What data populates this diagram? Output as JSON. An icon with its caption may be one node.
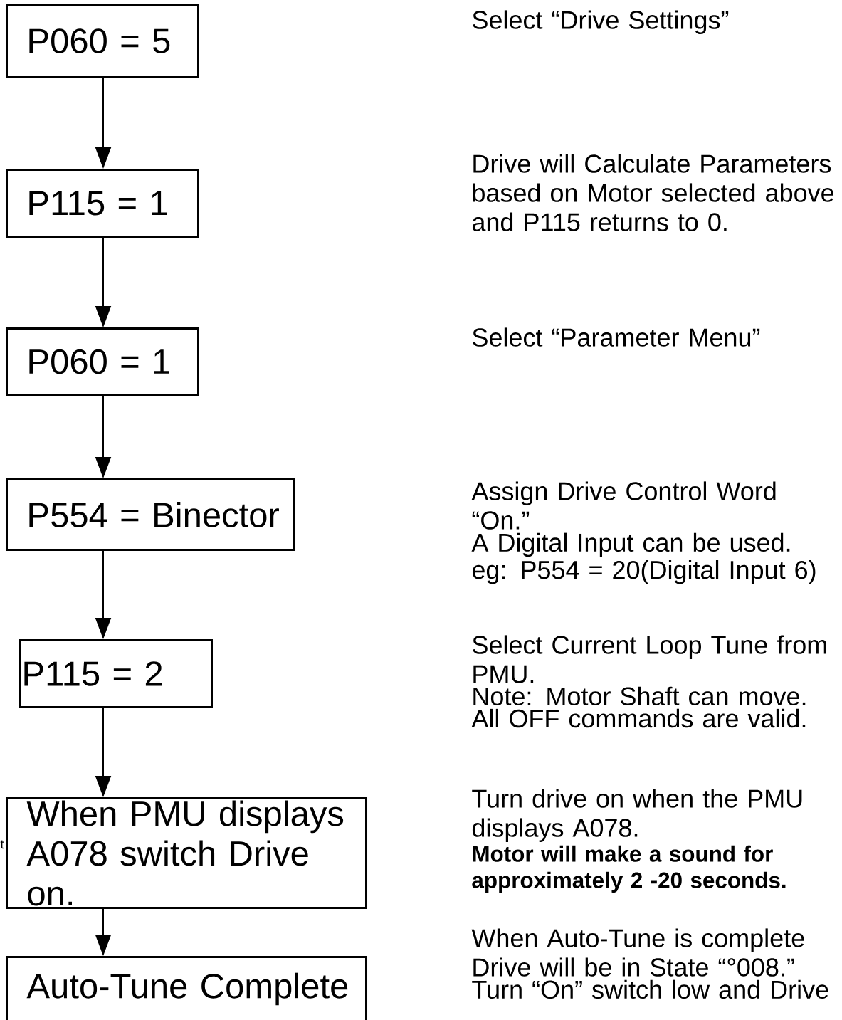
{
  "diagram": {
    "nodes": [
      {
        "text": [
          "P060 = 5"
        ]
      },
      {
        "text": [
          "P115 = 1"
        ]
      },
      {
        "text": [
          "P060 = 1"
        ]
      },
      {
        "text": [
          "P554 = Binector"
        ]
      },
      {
        "text": [
          "P115 = 2"
        ]
      },
      {
        "text": [
          "When PMU displays A078 switch Drive on."
        ]
      },
      {
        "text": [
          "Auto-Tune Complete"
        ]
      }
    ],
    "edges": [
      {
        "from": 0,
        "to": 1,
        "arrow": "to"
      },
      {
        "from": 1,
        "to": 2,
        "arrow": "to"
      },
      {
        "from": 2,
        "to": 3,
        "arrow": "to"
      },
      {
        "from": 3,
        "to": 4,
        "arrow": "to"
      },
      {
        "from": 4,
        "to": 5,
        "arrow": "to"
      },
      {
        "from": 5,
        "to": 6,
        "arrow": "to"
      }
    ],
    "labels": [
      "Select “Drive Settings”",
      "Drive will Calculate Parameters based on Motor selected above and P115 returns to 0.",
      "Select “Parameter Menu”",
      "Assign Drive Control Word “On.”",
      "A Digital Input can be used.",
      "eg: P554 = 20(Digital Input 6)",
      "Select Current Loop Tune from PMU.",
      "Note:  Motor Shaft can move.",
      "All OFF commands are valid.",
      "t",
      "Turn drive on when the PMU displays A078.",
      "Motor will make a sound for approximately 2 -20 seconds.",
      "When Auto-Tune is complete Drive will be in State “°008.”",
      "Turn “On” switch low and Drive"
    ]
  }
}
